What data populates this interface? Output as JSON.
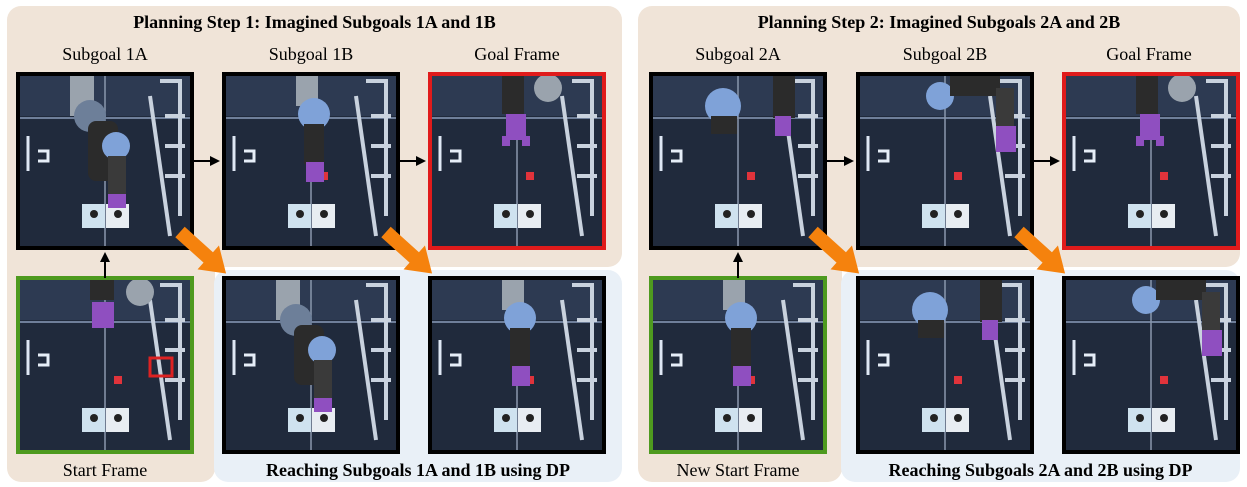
{
  "step1": {
    "title": "Planning Step 1: Imagined Subgoals 1A and 1B",
    "labels": {
      "subgoal_a": "Subgoal 1A",
      "subgoal_b": "Subgoal 1B",
      "goal": "Goal Frame",
      "start": "Start Frame"
    },
    "reach_label": "Reaching Subgoals 1A and 1B using DP"
  },
  "step2": {
    "title": "Planning Step 2: Imagined Subgoals 2A and 2B",
    "labels": {
      "subgoal_a": "Subgoal 2A",
      "subgoal_b": "Subgoal 2B",
      "goal": "Goal Frame",
      "start": "New Start Frame"
    },
    "reach_label": "Reaching Subgoals 2A and 2B using DP"
  },
  "colors": {
    "imagined_panel": "#f0e4d8",
    "reaching_panel": "#e9f0f7",
    "goal_border": "#e01b1b",
    "start_border": "#4e9a1f",
    "subgoal_border": "#000000",
    "dp_arrow": "#f5820d"
  }
}
